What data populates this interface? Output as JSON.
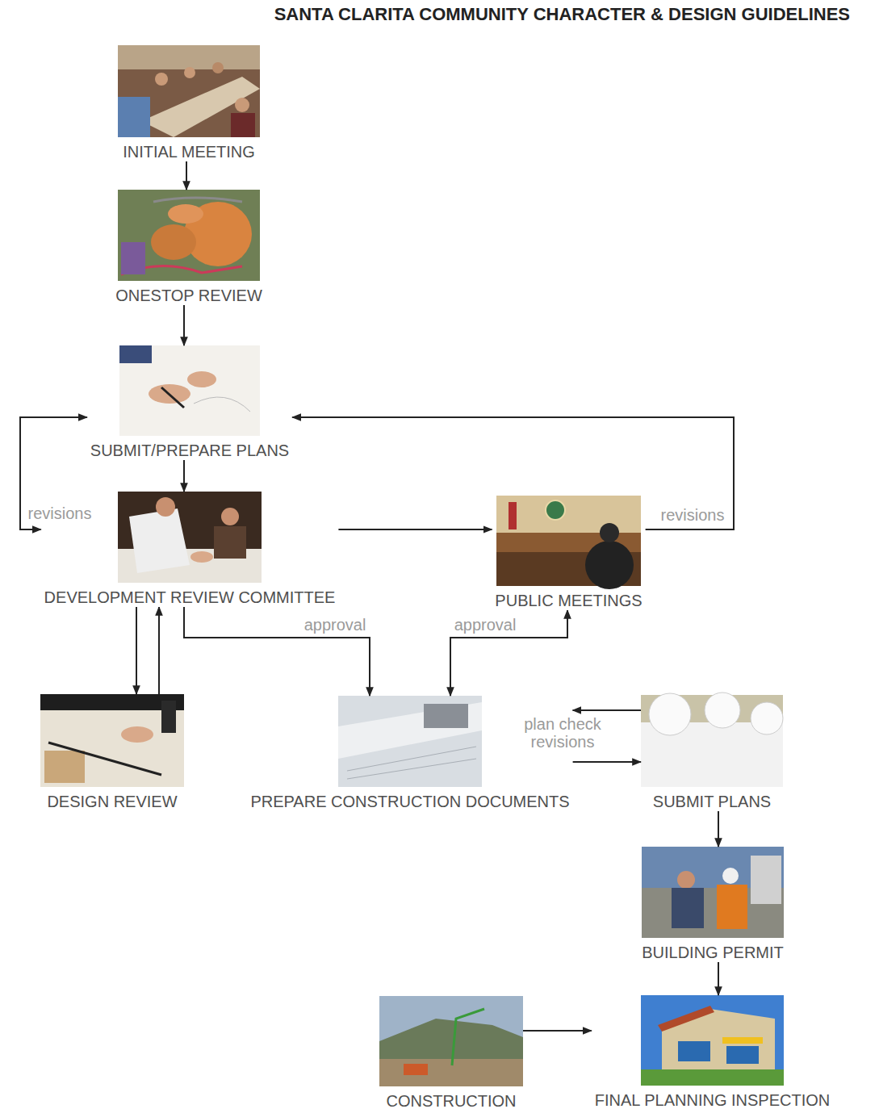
{
  "diagram": {
    "title": "SANTA CLARITA COMMUNITY CHARACTER & DESIGN GUIDELINES",
    "nodes": [
      {
        "text": [
          "INITIAL MEETING"
        ]
      },
      {
        "text": [
          "ONESTOP REVIEW"
        ]
      },
      {
        "text": [
          "SUBMIT/PREPARE PLANS"
        ]
      },
      {
        "text": [
          "DEVELOPMENT REVIEW COMMITTEE"
        ]
      },
      {
        "text": [
          "PUBLIC MEETINGS"
        ]
      },
      {
        "text": [
          "DESIGN REVIEW"
        ]
      },
      {
        "text": [
          "PREPARE CONSTRUCTION DOCUMENTS"
        ]
      },
      {
        "text": [
          "SUBMIT PLANS"
        ]
      },
      {
        "text": [
          "BUILDING PERMIT"
        ]
      },
      {
        "text": [
          "CONSTRUCTION"
        ]
      },
      {
        "text": [
          "FINAL PLANNING INSPECTION"
        ]
      }
    ],
    "edges": [
      {
        "from": 0,
        "to": 1,
        "arrow": "to"
      },
      {
        "from": 1,
        "to": 2,
        "arrow": "to"
      },
      {
        "from": 2,
        "to": 3,
        "arrow": "to"
      },
      {
        "from": 3,
        "to": 2,
        "label": "revisions",
        "arrow": "both"
      },
      {
        "from": 3,
        "to": 4,
        "arrow": "to"
      },
      {
        "from": 4,
        "to": 2,
        "label": "revisions",
        "arrow": "to"
      },
      {
        "from": 3,
        "to": 5,
        "arrow": "to"
      },
      {
        "from": 5,
        "to": 3,
        "arrow": "to"
      },
      {
        "from": 3,
        "to": 6,
        "label": "approval",
        "arrow": "to"
      },
      {
        "from": 4,
        "to": 6,
        "label": "approval",
        "arrow": "both"
      },
      {
        "from": 7,
        "to": 6,
        "label": "plan check revisions",
        "arrow": "to"
      },
      {
        "from": 6,
        "to": 7,
        "arrow": "to"
      },
      {
        "from": 7,
        "to": 8,
        "arrow": "to"
      },
      {
        "from": 8,
        "to": 10,
        "arrow": "to"
      },
      {
        "from": 9,
        "to": 10,
        "arrow": "to"
      }
    ]
  }
}
